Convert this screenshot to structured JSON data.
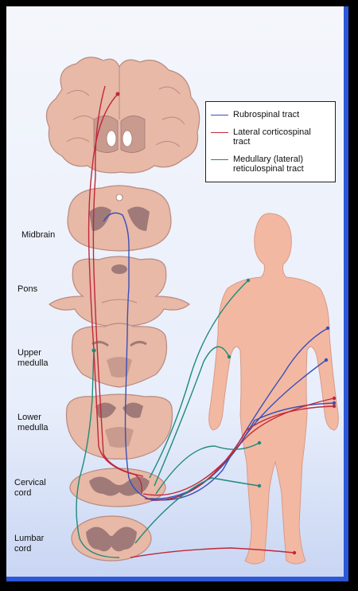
{
  "labels": {
    "midbrain": "Midbrain",
    "pons": "Pons",
    "upper_medulla": "Upper\nmedulla",
    "lower_medulla": "Lower\nmedulla",
    "cervical_cord": "Cervical\ncord",
    "lumbar_cord": "Lumbar\ncord"
  },
  "legend": [
    {
      "label": "Rubrospinal tract",
      "color": "#3a4fb8"
    },
    {
      "label": "Lateral corticospinal\ntract",
      "color": "#c0283a"
    },
    {
      "label": "Medullary (lateral)\nreticulospinal tract",
      "color": "#1f8a7a"
    }
  ],
  "colors": {
    "tissue": "#e7b9a6",
    "tissue_dark": "#b98a80",
    "gray_matter": "#a07a78",
    "body": "#f3b8a2",
    "frame": "#2b57d8"
  }
}
